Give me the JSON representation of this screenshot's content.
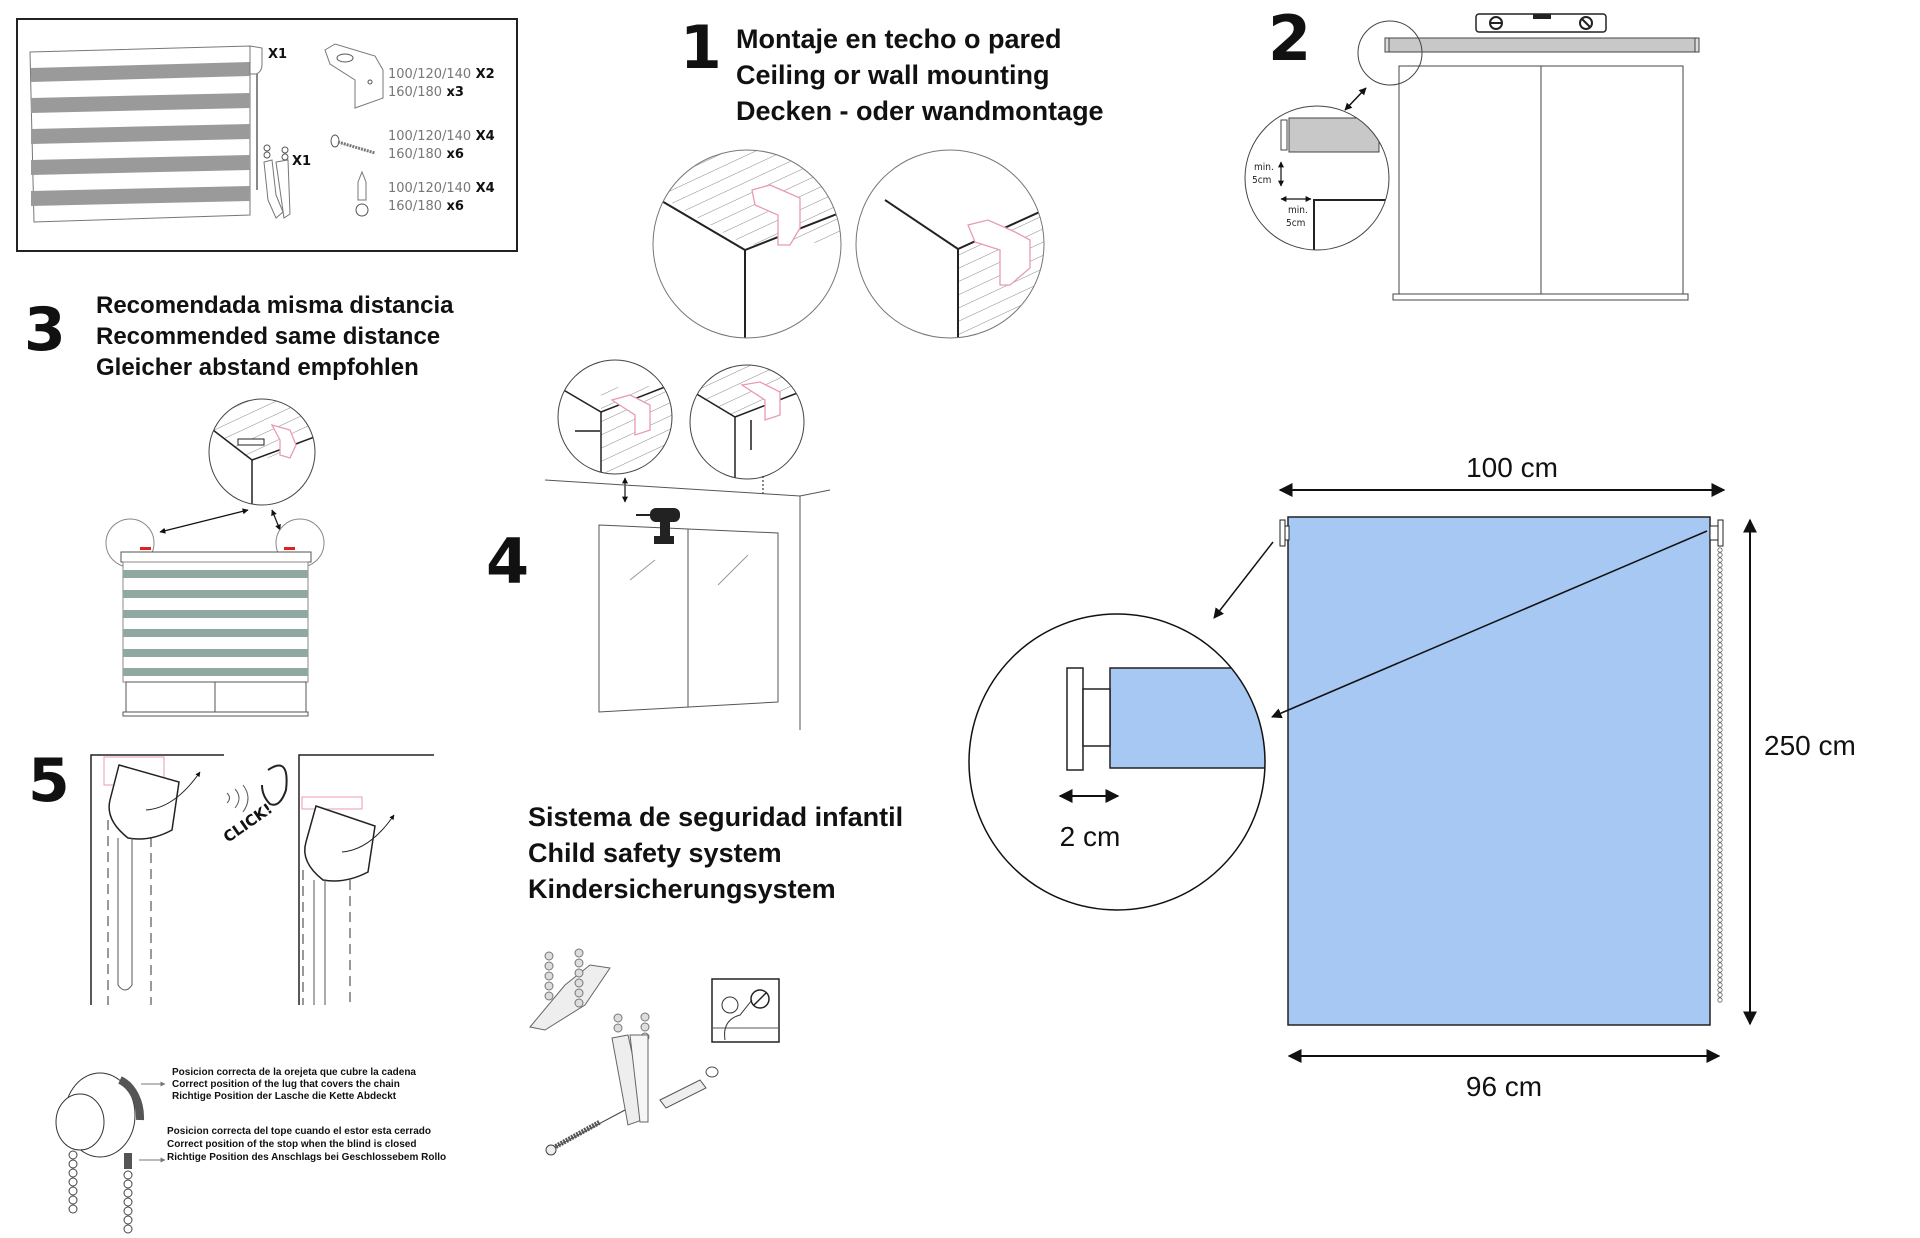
{
  "parts_box": {
    "blind_qty": "X1",
    "chain_clip_qty": "X1",
    "items": [
      {
        "name": "bracket",
        "line1_size": "100/120/140",
        "line1_qty": "X2",
        "line2_size": "160/180",
        "line2_qty": "x3"
      },
      {
        "name": "screw",
        "line1_size": "100/120/140",
        "line1_qty": "X4",
        "line2_size": "160/180",
        "line2_qty": "x6"
      },
      {
        "name": "wall-plug",
        "line1_size": "100/120/140",
        "line1_qty": "X4",
        "line2_size": "160/180",
        "line2_qty": "x6"
      }
    ]
  },
  "step1": {
    "number": "1",
    "lines": [
      "Montaje en techo o pared",
      "Ceiling or wall mounting",
      "Decken - oder wandmontage"
    ]
  },
  "step2": {
    "number": "2",
    "min_vertical": [
      "min.",
      "5cm"
    ],
    "min_horizontal": [
      "min.",
      "5cm"
    ]
  },
  "step3": {
    "number": "3",
    "lines": [
      "Recomendada misma distancia",
      "Recommended same distance",
      "Gleicher abstand empfohlen"
    ]
  },
  "step4": {
    "number": "4"
  },
  "step5": {
    "number": "5",
    "click_label": "CLICK!",
    "notes": [
      [
        "Posicion correcta de la orejeta que cubre la cadena",
        "Correct position of the lug that covers the chain",
        "Richtige Position der Lasche die Kette Abdeckt"
      ],
      [
        "Posicion correcta del tope cuando el estor esta cerrado",
        "Correct position of the stop when the blind is closed",
        "Richtige Position des Anschlags bei Geschlossebem Rollo"
      ]
    ]
  },
  "child_safety": {
    "lines": [
      "Sistema de seguridad infantil",
      "Child safety system",
      "Kindersicherungsystem"
    ]
  },
  "dimensions": {
    "total_width": "100 cm",
    "fabric_width": "96 cm",
    "height": "250 cm",
    "bracket_offset": "2 cm",
    "fabric_color": "#a6c8f2"
  }
}
